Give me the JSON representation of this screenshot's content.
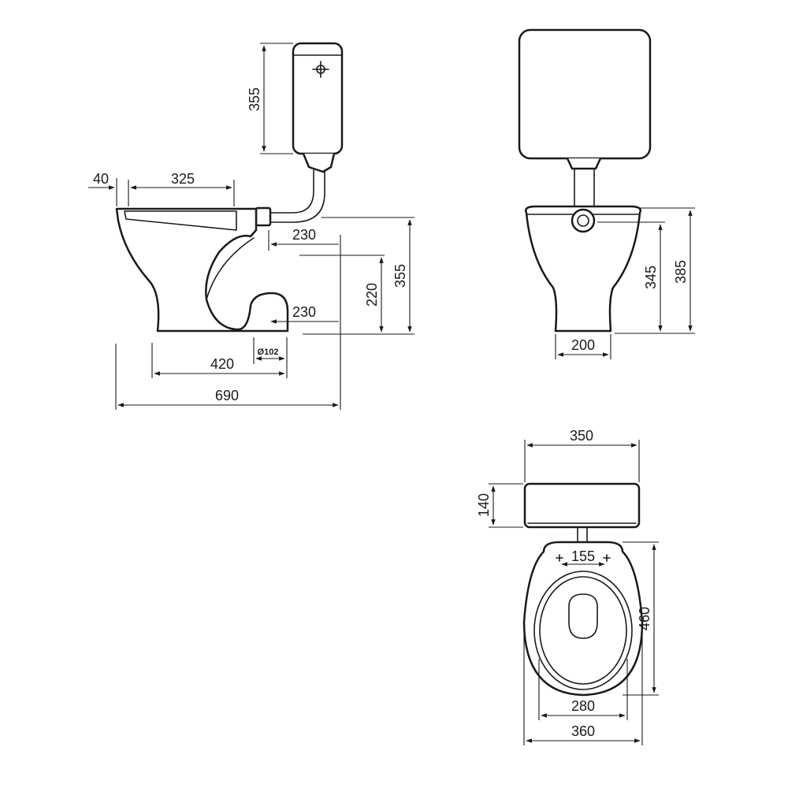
{
  "side_view": {
    "tank_height": "355",
    "rim_offset": "40",
    "bowl_opening": "325",
    "inlet_depth": "230",
    "outlet_depth": "230",
    "outlet_height": "220",
    "inlet_height": "355",
    "base_length": "420",
    "outlet_diameter": "Ø102",
    "total_length": "690"
  },
  "front_view": {
    "rim_height_inner": "345",
    "rim_height_total": "385",
    "base_width": "200"
  },
  "top_view": {
    "tank_width": "350",
    "tank_depth": "140",
    "hole_spacing": "155",
    "bowl_length": "460",
    "seat_width": "280",
    "bowl_width": "360"
  }
}
